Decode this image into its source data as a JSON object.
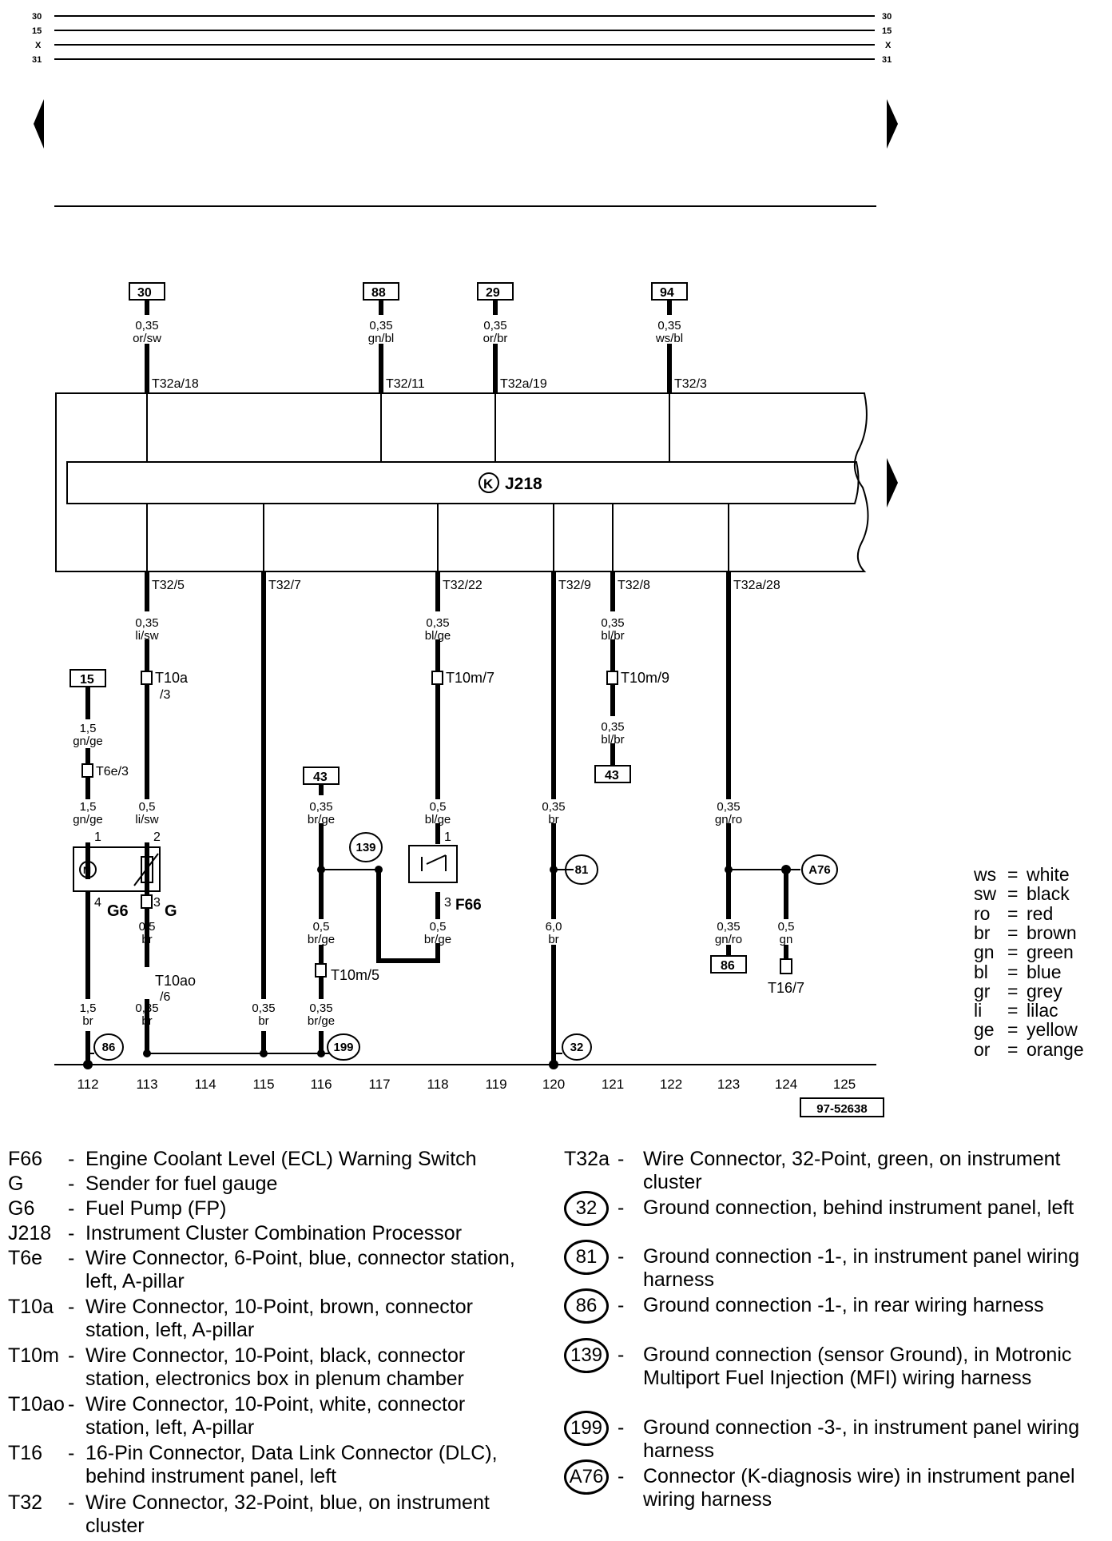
{
  "bus_lines": [
    "30",
    "15",
    "X",
    "31"
  ],
  "terminals": {
    "t30": "30",
    "t88": "88",
    "t29": "29",
    "t94": "94",
    "t15": "15",
    "t43a": "43",
    "t43b": "43",
    "t86": "86"
  },
  "wires": {
    "w30_size": "0,35",
    "w30_color": "or/sw",
    "w88_size": "0,35",
    "w88_color": "gn/bl",
    "w29_size": "0,35",
    "w29_color": "or/br",
    "w94_size": "0,35",
    "w94_color": "ws/bl",
    "w113_size": "0,35",
    "w113_color": "li/sw",
    "w113b_size": "0,5",
    "w113b_color": "li/sw",
    "w113c_size": "0,5",
    "w113c_color": "br",
    "w113d_size": "0,35",
    "w113d_color": "br",
    "w112a_size": "1,5",
    "w112a_color": "gn/ge",
    "w112b_size": "1,5",
    "w112b_color": "gn/ge",
    "w112c_size": "1,5",
    "w112c_color": "br",
    "w115_size": "0,35",
    "w115_color": "br",
    "w116a_size": "0,35",
    "w116a_color": "br/ge",
    "w116b_size": "0,5",
    "w116b_color": "br/ge",
    "w116c_size": "0,35",
    "w116c_color": "br/ge",
    "w118a_size": "0,35",
    "w118a_color": "bl/ge",
    "w118b_size": "0,5",
    "w118b_color": "bl/ge",
    "w118c_size": "0,5",
    "w118c_color": "br/ge",
    "w120a_size": "0,35",
    "w120a_color": "br",
    "w120b_size": "6,0",
    "w120b_color": "br",
    "w121a_size": "0,35",
    "w121a_color": "bl/br",
    "w121b_size": "0,35",
    "w121b_color": "bl/br",
    "w123a_size": "0,35",
    "w123a_color": "gn/ro",
    "w123b_size": "0,35",
    "w123b_color": "gn/ro",
    "w124_size": "0,5",
    "w124_color": "gn"
  },
  "connectors": {
    "c1": "T32a/18",
    "c2": "T32/11",
    "c3": "T32a/19",
    "c4": "T32/3",
    "c5": "T32/5",
    "c6": "T32/7",
    "c7": "T32/22",
    "c8": "T32/9",
    "c9": "T32/8",
    "c10": "T32a/28",
    "t10a": "T10a",
    "t10a_pin": "/3",
    "t10m7": "T10m/7",
    "t10m9": "T10m/9",
    "t6e3": "T6e/3",
    "t10ao": "T10ao",
    "t10ao_pin": "/6",
    "t10m5": "T10m/5",
    "t167": "T16/7"
  },
  "pins": {
    "p1a": "1",
    "p2": "2",
    "p4": "4",
    "p3a": "3",
    "p1b": "1",
    "p3b": "3"
  },
  "components": {
    "g6": "G6",
    "g": "G",
    "f66": "F66",
    "j218": "J218",
    "k_symbol": "K",
    "m_symbol": "M"
  },
  "grounds": {
    "g139": "139",
    "g81": "81",
    "g86": "86",
    "g199": "199",
    "g32": "32",
    "a76": "A76"
  },
  "tracks": [
    "112",
    "113",
    "114",
    "115",
    "116",
    "117",
    "118",
    "119",
    "120",
    "121",
    "122",
    "123",
    "124",
    "125"
  ],
  "ref_code": "97-52638",
  "color_key": [
    {
      "abbr": "ws",
      "name": "white"
    },
    {
      "abbr": "sw",
      "name": "black"
    },
    {
      "abbr": "ro",
      "name": "red"
    },
    {
      "abbr": "br",
      "name": "brown"
    },
    {
      "abbr": "gn",
      "name": "green"
    },
    {
      "abbr": "bl",
      "name": "blue"
    },
    {
      "abbr": "gr",
      "name": "grey"
    },
    {
      "abbr": "li",
      "name": "lilac"
    },
    {
      "abbr": "ge",
      "name": "yellow"
    },
    {
      "abbr": "or",
      "name": "orange"
    }
  ],
  "legend_left": [
    {
      "code": "F66",
      "text": "Engine Coolant Level (ECL) Warning Switch"
    },
    {
      "code": "G",
      "text": "Sender for fuel gauge"
    },
    {
      "code": "G6",
      "text": " Fuel Pump (FP)"
    },
    {
      "code": "J218",
      "text": "Instrument Cluster Combination Processor"
    },
    {
      "code": "T6e",
      "text": "Wire Connector, 6-Point, blue, connector station, left, A-pillar"
    },
    {
      "code": "T10a",
      "text": "Wire Connector, 10-Point, brown, connector station, left, A-pillar"
    },
    {
      "code": "T10m",
      "text": "Wire Connector, 10-Point, black, connector station, electronics box in plenum chamber"
    },
    {
      "code": "T10ao",
      "text": "Wire Connector, 10-Point, white, connector station, left, A-pillar"
    },
    {
      "code": "T16",
      "text": "16-Pin Connector, Data Link Connector (DLC), behind instrument panel, left"
    },
    {
      "code": "T32",
      "text": "Wire Connector, 32-Point, blue, on instrument cluster"
    }
  ],
  "legend_right": [
    {
      "code": "T32a",
      "text": "Wire Connector, 32-Point, green, on instrument cluster"
    },
    {
      "code": "32",
      "text": "Ground connection, behind instrument panel, left"
    },
    {
      "code": "81",
      "text": "Ground connection -1-, in instrument panel wiring harness"
    },
    {
      "code": "86",
      "text": "Ground connection -1-, in rear wiring harness"
    },
    {
      "code": "139",
      "text": "Ground connection (sensor Ground), in Motronic Multiport Fuel Injection (MFI) wiring harness"
    },
    {
      "code": "199",
      "text": "Ground connection -3-, in instrument panel wiring harness"
    },
    {
      "code": "A76",
      "text": "Connector (K-diagnosis wire) in instrument panel wiring harness"
    }
  ]
}
